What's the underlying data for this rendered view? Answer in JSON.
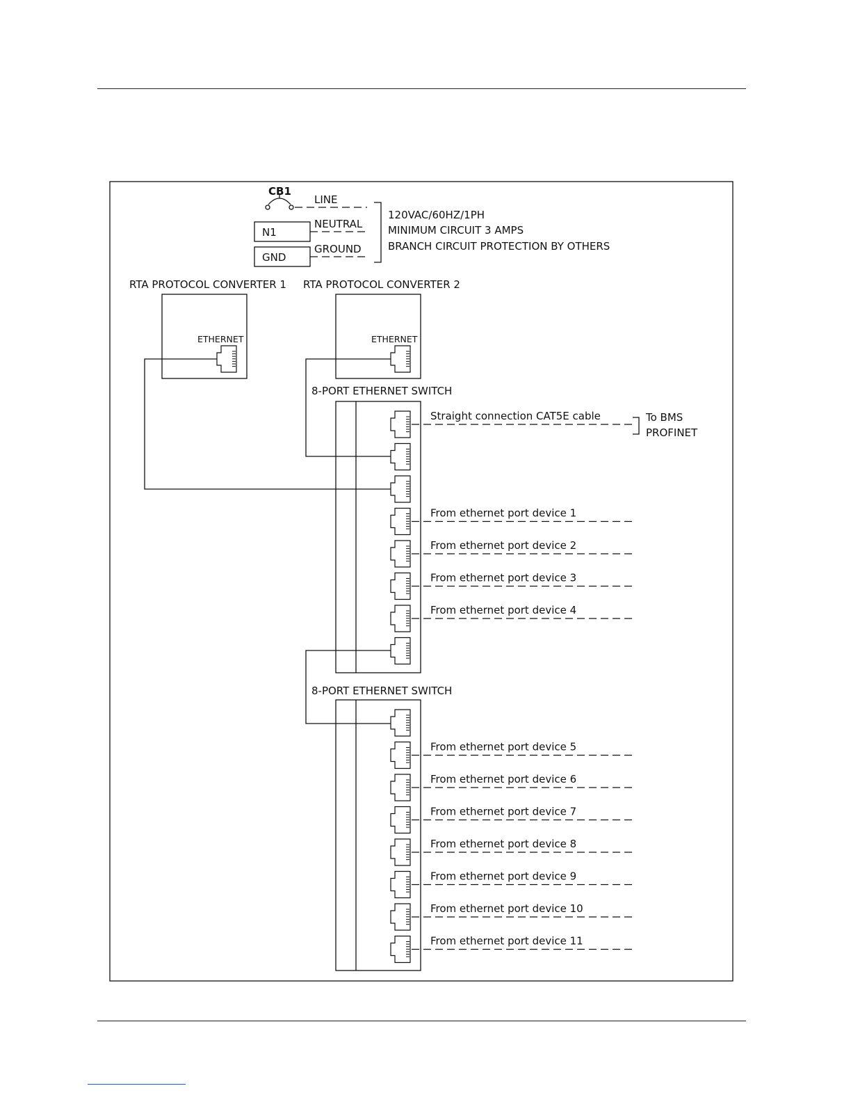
{
  "power": {
    "breaker_label": "CB1",
    "line_label": "LINE",
    "neutral_label": "NEUTRAL",
    "ground_label": "GROUND",
    "n1_label": "N1",
    "gnd_label": "GND",
    "spec_lines": [
      "120VAC/60HZ/1PH",
      "MINIMUM CIRCUIT 3 AMPS",
      "BRANCH CIRCUIT PROTECTION BY OTHERS"
    ]
  },
  "converters": [
    {
      "title": "RTA  PROTOCOL CONVERTER 1",
      "port_label": "ETHERNET"
    },
    {
      "title": "RTA  PROTOCOL CONVERTER 2",
      "port_label": "ETHERNET"
    }
  ],
  "switches": [
    {
      "title": "8-PORT ETHERNET SWITCH",
      "ports": [
        {
          "label": "Straight connection CAT5E cable"
        },
        {
          "label": ""
        },
        {
          "label": ""
        },
        {
          "label": "From ethernet port device 1"
        },
        {
          "label": "From ethernet port device 2"
        },
        {
          "label": "From ethernet port device 3"
        },
        {
          "label": "From ethernet port device 4"
        },
        {
          "label": ""
        }
      ]
    },
    {
      "title": "8-PORT ETHERNET SWITCH",
      "ports": [
        {
          "label": ""
        },
        {
          "label": "From ethernet port device 5"
        },
        {
          "label": "From ethernet port device 6"
        },
        {
          "label": "From ethernet port device 7"
        },
        {
          "label": "From ethernet port device 8"
        },
        {
          "label": "From ethernet port device 9"
        },
        {
          "label": "From ethernet port device 10"
        },
        {
          "label": "From ethernet port device 11"
        }
      ]
    }
  ],
  "bms": {
    "line1": "To BMS",
    "line2": "PROFINET"
  }
}
